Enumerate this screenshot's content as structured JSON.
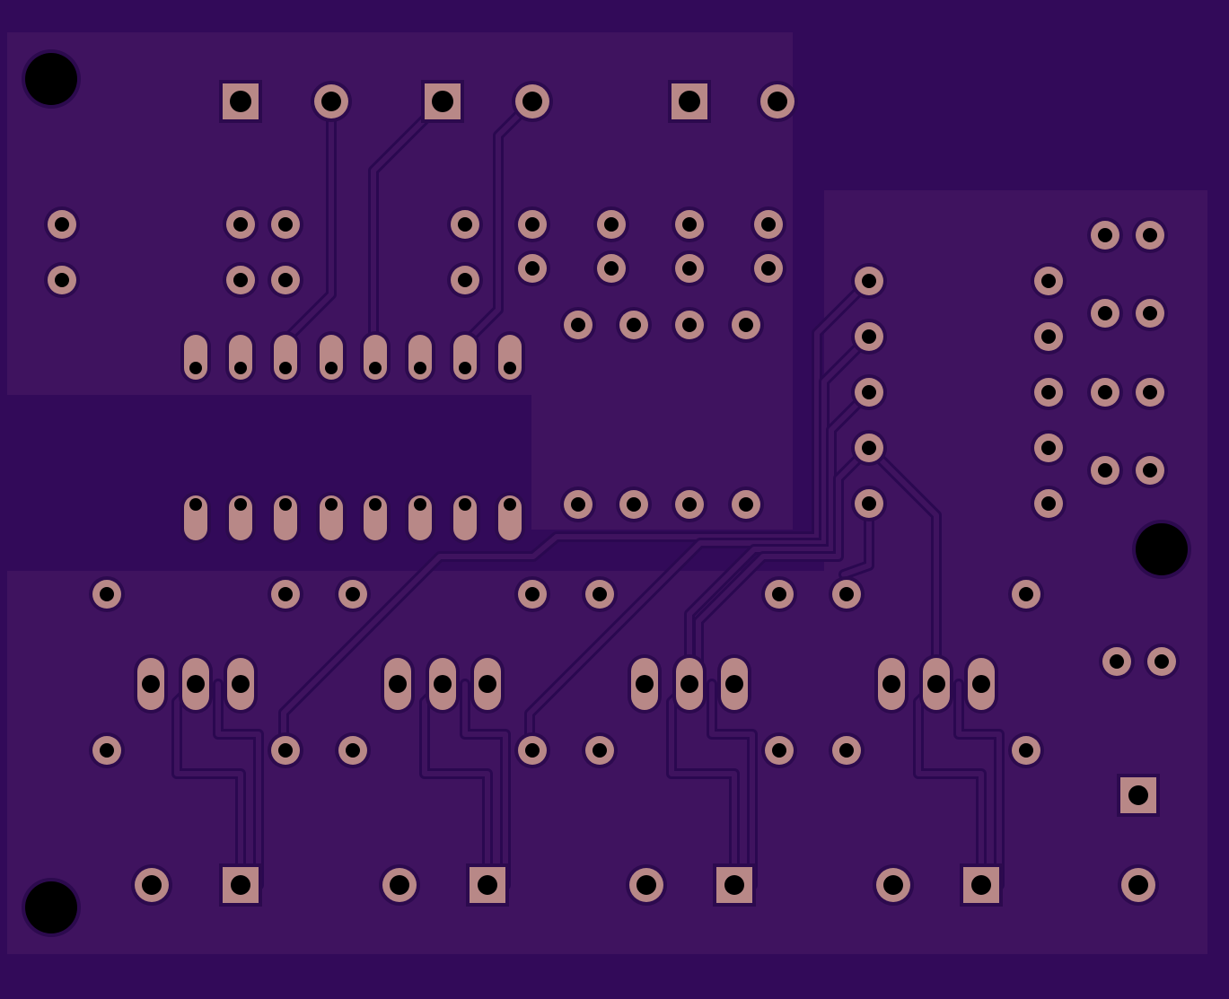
{
  "board": {
    "colors": {
      "substrate": "#320a59",
      "copper_pour": "#3f135f",
      "trace": "#3f135f",
      "trace_outline": "#2a0850",
      "pad": "#b88887",
      "pad_outline": "#2c0a4e",
      "drill": "#000000"
    },
    "components": [
      {
        "name": "mounting-hole",
        "shape": "mount"
      },
      {
        "name": "round-pad",
        "shape": "round"
      },
      {
        "name": "square-pad",
        "shape": "square"
      },
      {
        "name": "oval-pad",
        "shape": "oval"
      }
    ]
  }
}
